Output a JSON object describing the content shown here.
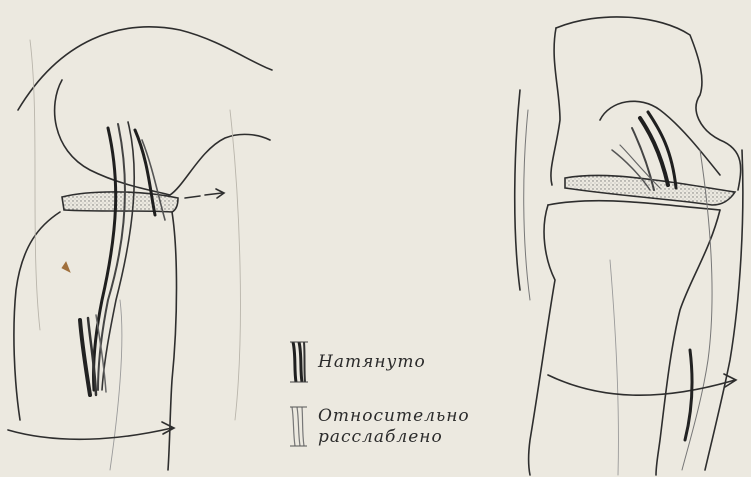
{
  "legend": {
    "tense_label": "Натянуто",
    "relaxed_label_line1": "Относительно",
    "relaxed_label_line2": "расслаблено"
  },
  "colors": {
    "paper": "#ece9e0",
    "ink": "#2e2e2e",
    "dark_fiber": "#1f1f1f",
    "light_fiber": "#6e6e6e"
  }
}
